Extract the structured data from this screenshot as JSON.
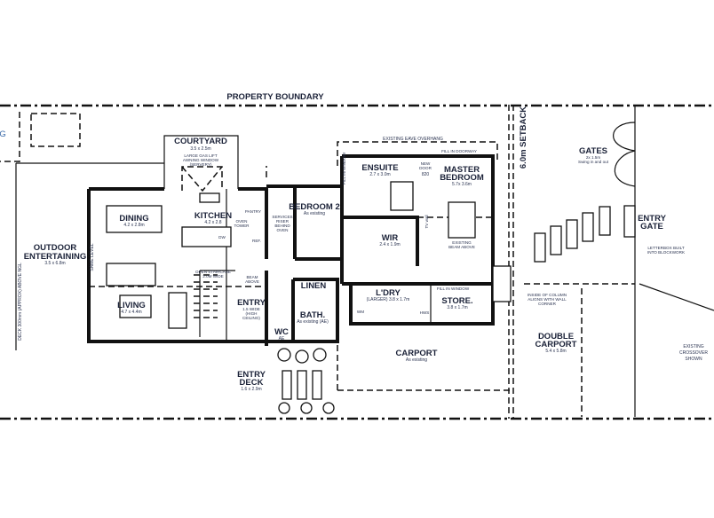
{
  "site": {
    "property_boundary": "PROPERTY BOUNDARY",
    "setback": "6.0m SETBACK",
    "existing_eave": "EXISTING EAVE OVERHANG",
    "deck_note": "DECK 300mm (APPROX) ABOVE NGL",
    "same_level": "SAME LEVEL",
    "partial_left": "G"
  },
  "rooms": {
    "courtyard": {
      "name": "COURTYARD",
      "size": "3.5 x 2.5m",
      "note1": "LARGE GAS LIFT",
      "note2": "AWNING WINDOW",
      "note3": "(SERVERY)"
    },
    "outdoor": {
      "name1": "OUTDOOR",
      "name2": "ENTERTAINING",
      "size": "3.5 x 6.8m"
    },
    "dining": {
      "name": "DINING",
      "size": "4.2 x 2.8m"
    },
    "kitchen": {
      "name": "KITCHEN",
      "size": "4.2 x 2.8",
      "pantry": "PANTRY",
      "oven1": "OVEN",
      "oven2": "TOWER",
      "ref": "REF.",
      "dw": "DW"
    },
    "services": {
      "l1": "SERVICES",
      "l2": "RISER",
      "l3": "BEHIND",
      "l4": "OVEN"
    },
    "bedroom2": {
      "name": "BEDROOM 2",
      "size": "As existing"
    },
    "ensuite": {
      "name": "ENSUITE",
      "size": "2.7 x 3.0m"
    },
    "new_door": {
      "l1": "NEW",
      "l2": "DOOR",
      "l3": "820"
    },
    "master": {
      "name1": "MASTER",
      "name2": "BEDROOM",
      "size": "5.7x 3.6m",
      "beam1": "EXISTING",
      "beam2": "BEAM ABOVE",
      "tv": "TV wall"
    },
    "fill_doorway": "FILL IN DOORWAY",
    "fill_window_v": "FILL IN WINDOW",
    "fill_window_h": "FILL IN WINDOW",
    "wir": {
      "name": "WIR",
      "size": "2.4 x 1.9m"
    },
    "staircase": {
      "l1": "OPEN STAIRCASE",
      "l2": "2.0M WIDE"
    },
    "beam": {
      "l1": "BEAM",
      "l2": "ABOVE"
    },
    "living": {
      "name": "LIVING",
      "size": "4.7 x 4.4m"
    },
    "entry": {
      "name": "ENTRY",
      "l1": "1.5 WIDE",
      "l2": "(HIGH",
      "l3": "CEILING)"
    },
    "linen": {
      "name": "LINEN"
    },
    "bath": {
      "name": "BATH.",
      "size": "As existing (AE)"
    },
    "wc": {
      "name": "WC",
      "size": "AE"
    },
    "laundry": {
      "name": "L'DRY",
      "size": "(LARGER) 3.8 x 1.7m",
      "wm": "WM",
      "hws": "HWS"
    },
    "store": {
      "name": "STORE.",
      "size": "3.8 x 1.7m"
    },
    "carport": {
      "name": "CARPORT",
      "size": "As existing"
    },
    "entry_deck": {
      "name1": "ENTRY",
      "name2": "DECK",
      "size": "1.6 x 2.9m"
    },
    "gates": {
      "name": "GATES",
      "size": "2x 1.5m",
      "note": "Swing in and out"
    },
    "entry_gate": {
      "name1": "ENTRY",
      "name2": "GATE"
    },
    "letterbox": {
      "l1": "LETTERBOX BUILT",
      "l2": "INTO BLOCKWORK"
    },
    "column_note": {
      "l1": "INSIDE OF COLUMN",
      "l2": "ALIGNS WITH WALL",
      "l3": "CORNER"
    },
    "double_carport": {
      "name1": "DOUBLE",
      "name2": "CARPORT",
      "size": "5.4 x 5.8m"
    },
    "crossover": {
      "l1": "EXISTING",
      "l2": "CROSSOVER",
      "l3": "SHOWN"
    }
  },
  "colors": {
    "ink": "#111111",
    "label": "#1b2238",
    "note_accent": "#3a6aa8"
  }
}
